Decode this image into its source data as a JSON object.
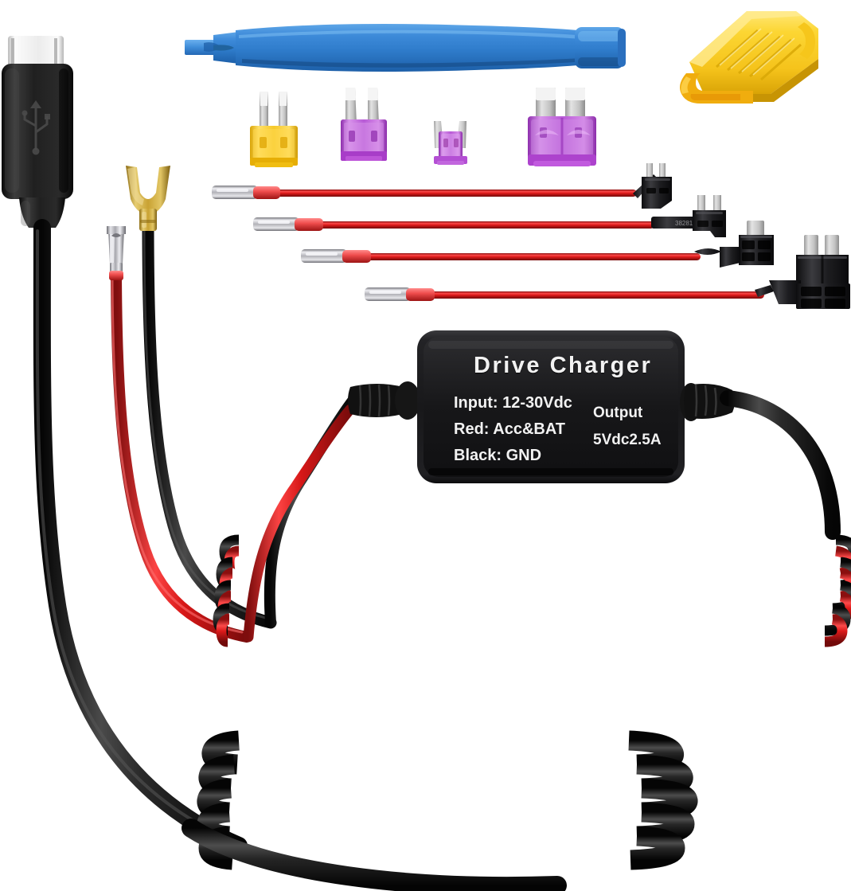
{
  "product": {
    "name": "Dash Cam Hardwire Kit",
    "background_color": "#ffffff"
  },
  "converter_box": {
    "name": "drive-charger-module",
    "title": "Drive  Charger",
    "input_lines": [
      "Input: 12-30Vdc",
      "Red: Acc&BAT",
      "Black: GND"
    ],
    "output_label": "Output",
    "output_value": "5Vdc2.5A",
    "body_color": "#1b1b1d",
    "text_color": "#f2f2f2"
  },
  "components": [
    {
      "name": "usb-c-connector",
      "label": "USB-C Connector",
      "colors": {
        "housing": "#1a1a1a",
        "tip": "#f4f4f4",
        "logo": "#3a3a3a"
      }
    },
    {
      "name": "pry-tool",
      "label": "Trim Removal Pry Tool",
      "colors": {
        "body": "#2f7fd4",
        "highlight": "#61a9ea",
        "shadow": "#1d5fa8"
      }
    },
    {
      "name": "fuse-puller",
      "label": "Fuse Puller",
      "colors": {
        "body": "#f7cf2a",
        "highlight": "#ffe878",
        "shadow": "#d9a800"
      }
    },
    {
      "name": "fork-terminal",
      "label": "Gold Fork Ground Terminal",
      "colors": {
        "metal": "#c9a233",
        "highlight": "#e8cf73",
        "shadow": "#8e6d14"
      }
    },
    {
      "name": "bullet-terminal",
      "label": "Silver Bullet Terminal",
      "colors": {
        "metal": "#b9b9bd",
        "highlight": "#e8e8ec",
        "shadow": "#76767c"
      }
    },
    {
      "name": "black-ground-wire",
      "label": "Black Ground Wire",
      "colors": {
        "wire": "#141414"
      }
    },
    {
      "name": "red-power-wire",
      "label": "Red Power Wire",
      "colors": {
        "wire": "#e01b1b"
      }
    }
  ],
  "fuses": [
    {
      "name": "fuse-mini-yellow",
      "label": "Mini Blade Fuse 20A",
      "size": "mini",
      "body_color": "#f2c427",
      "blade_color": "#cfcfcf"
    },
    {
      "name": "fuse-mini-purple",
      "label": "Mini Blade Fuse 3A",
      "size": "mini",
      "body_color": "#b858d8",
      "blade_color": "#cfcfcf"
    },
    {
      "name": "fuse-micro-purple",
      "label": "Micro Blade Fuse 3A",
      "size": "micro",
      "body_color": "#bf72da",
      "blade_color": "#cfcfcf"
    },
    {
      "name": "fuse-standard-purple",
      "label": "Standard Blade Fuse 3A",
      "size": "standard",
      "body_color": "#b44fd4",
      "blade_color": "#cfcfcf"
    }
  ],
  "fuse_taps": [
    {
      "name": "fuse-tap-micro2",
      "label": "Micro2 Add-A-Circuit Fuse Tap",
      "wire_color": "#e01b1b",
      "body_color": "#1c1c1e"
    },
    {
      "name": "fuse-tap-micro",
      "label": "Micro Add-A-Circuit Fuse Tap",
      "wire_color": "#e01b1b",
      "body_color": "#1c1c1e"
    },
    {
      "name": "fuse-tap-mini",
      "label": "Mini Add-A-Circuit Fuse Tap",
      "wire_color": "#e01b1b",
      "body_color": "#1c1c1e"
    },
    {
      "name": "fuse-tap-standard",
      "label": "Standard ATO Add-A-Circuit Fuse Tap",
      "wire_color": "#e01b1b",
      "body_color": "#1c1c1e"
    }
  ],
  "cables": [
    {
      "name": "red-black-wire-coil",
      "label": "Red and Black Power Wire Coil",
      "turns": 5,
      "colors": {
        "red": "#e01b1b",
        "black": "#141414"
      }
    },
    {
      "name": "usb-cable-coil",
      "label": "Black USB-C Cable Coil",
      "turns": 6,
      "colors": {
        "black": "#151515"
      }
    }
  ]
}
